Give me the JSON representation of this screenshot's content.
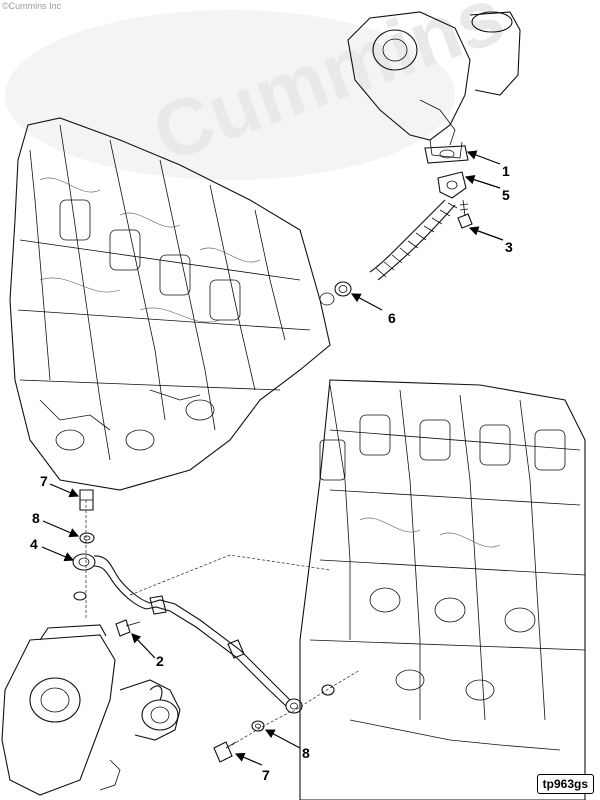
{
  "copyright": "©Cummins Inc",
  "watermark": "Cummins",
  "figure_id": "tp963gs",
  "callouts": [
    {
      "id": "c1",
      "number": "1"
    },
    {
      "id": "c5",
      "number": "5"
    },
    {
      "id": "c3",
      "number": "3"
    },
    {
      "id": "c6",
      "number": "6"
    },
    {
      "id": "c7a",
      "number": "7"
    },
    {
      "id": "c8a",
      "number": "8"
    },
    {
      "id": "c4",
      "number": "4"
    },
    {
      "id": "c2",
      "number": "2"
    },
    {
      "id": "c8b",
      "number": "8"
    },
    {
      "id": "c7b",
      "number": "7"
    }
  ]
}
